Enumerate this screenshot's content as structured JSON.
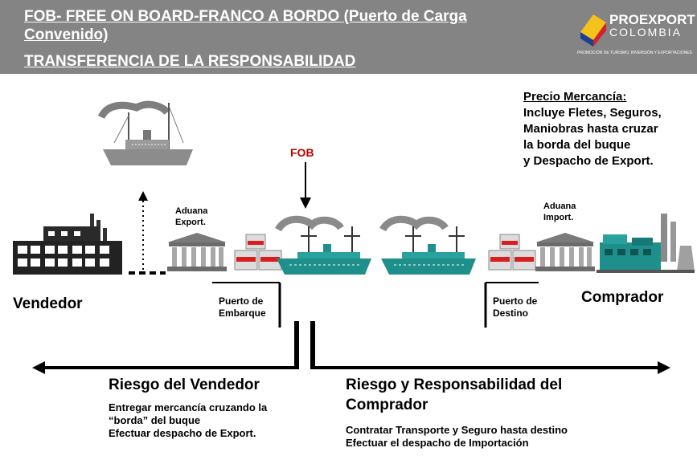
{
  "header": {
    "title_line1": "FOB- FREE ON BOARD-FRANCO A BORDO (Puerto de Carga",
    "title_line2": "Convenido)",
    "title_line3": "TRANSFERENCIA DE LA RESPONSABILIDAD",
    "logo_name": "PROEXPORT",
    "logo_country": "COLOMBIA",
    "logo_tagline": "PROMOCIÓN DE TURISMO, INVERSIÓN Y EXPORTACIONES"
  },
  "price_note": {
    "heading": "Precio Mercancía:",
    "lines": [
      "Incluye Fletes, Seguros,",
      "Maniobras hasta cruzar",
      "la borda del buque",
      "y Despacho de Export."
    ]
  },
  "fob_label": "FOB",
  "aduana_export": [
    "Aduana",
    "Export."
  ],
  "aduana_import": [
    "Aduana",
    "Import."
  ],
  "vendedor": "Vendedor",
  "comprador": "Comprador",
  "puerto_embarque": [
    "Puerto de",
    "Embarque"
  ],
  "puerto_destino": [
    "Puerto de",
    "Destino"
  ],
  "seller_risk": {
    "title": "Riesgo del Vendedor",
    "lines": [
      "Entregar mercancía cruzando la",
      "“borda” del buque",
      "Efectuar despacho de Export."
    ]
  },
  "buyer_risk": {
    "title_line1": "Riesgo y Responsabilidad del",
    "title_line2": "Comprador",
    "lines": [
      "Contratar Transporte y Seguro hasta destino",
      "Efectuar el despacho de Importación"
    ]
  },
  "colors": {
    "header_bg": "#848484",
    "fob_red": "#c00000",
    "ship_teal": "#1f8f8c",
    "box_red": "#d81e1e"
  }
}
